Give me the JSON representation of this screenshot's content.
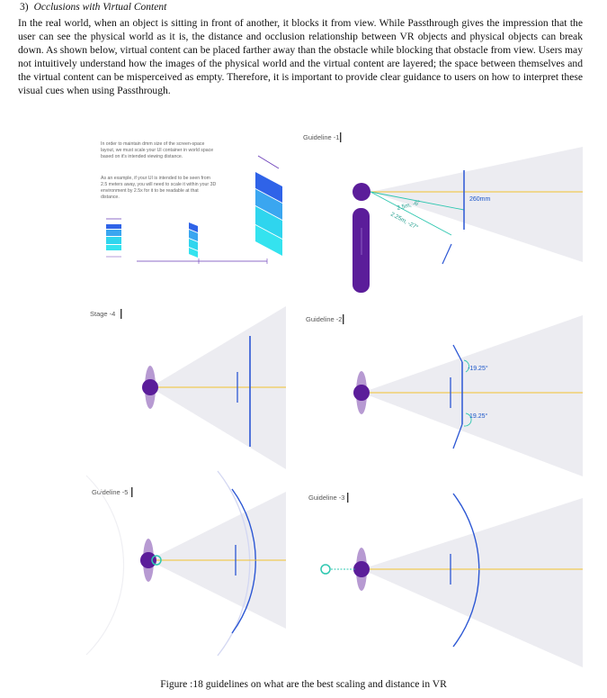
{
  "section": {
    "number": "3)",
    "title": "Occlusions with Virtual Content"
  },
  "paragraph": "In the real world, when an object is sitting in front of another, it blocks it from view. While Passthrough gives the impression that the user can see the physical world as it is, the distance and occlusion relationship between VR objects and physical objects can break down. As shown below, virtual content can be placed farther away than the obstacle while blocking that obstacle from view. Users may not intuitively understand how the images of the physical world and the virtual content are layered; the space between themselves and the virtual content can be misperceived as empty. Therefore, it is important to provide clear guidance to users on how to interpret these visual cues when using Passthrough.",
  "figure": {
    "caption": "Figure :18 guidelines on  what are the best scaling and distance in VR",
    "panels": {
      "scaling_text_1": "In order to maintain dmm size of the screen-space layout, we must scale your UI container in world space based on it's intended viewing distance.",
      "scaling_text_2": "As an example, if your UI is intended to be seen from 2.5 meters away, you will need to scale it within your 3D environment by 2.5x for it to be readable at that distance.",
      "guideline_1": "Guideline -1",
      "guideline_1_dim": "260mm",
      "guideline_1_d1": "2.5m, -6°",
      "guideline_1_d2": "2.25m, -27°",
      "stage_4": "Stage -4",
      "guideline_2": "Guideline -2",
      "guideline_2_a1": "-19.25°",
      "guideline_2_a2": "19.25°",
      "guideline_5": "Guideline -5",
      "guideline_3": "Guideline -3"
    },
    "colors": {
      "purple": "#5b1d9a",
      "lavender": "#b79ad2",
      "yellow": "#f2c230",
      "blue": "#2c57d4",
      "teal": "#2ec7b0",
      "cone": "#e9e9ee"
    }
  }
}
